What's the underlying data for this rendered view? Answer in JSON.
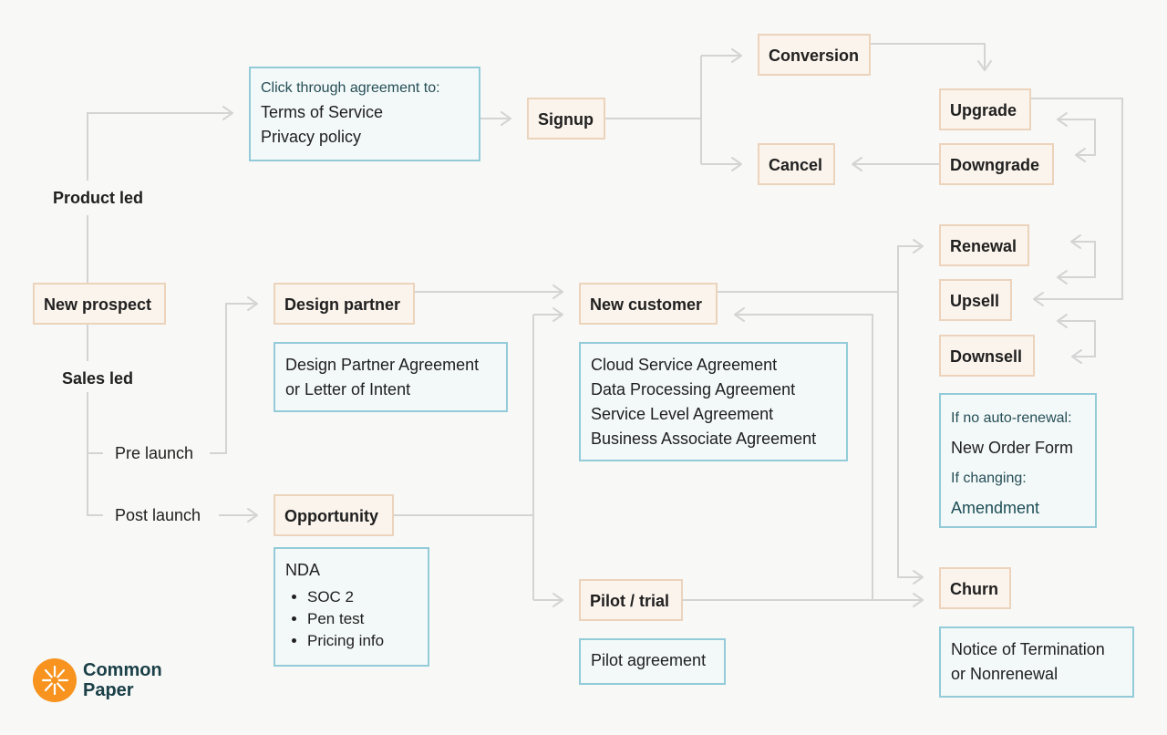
{
  "nodes": {
    "new_prospect": "New prospect",
    "design_partner": "Design partner",
    "opportunity": "Opportunity",
    "signup": "Signup",
    "conversion": "Conversion",
    "cancel": "Cancel",
    "upgrade": "Upgrade",
    "downgrade": "Downgrade",
    "new_customer": "New customer",
    "pilot_trial": "Pilot / trial",
    "renewal": "Renewal",
    "upsell": "Upsell",
    "downsell": "Downsell",
    "churn": "Churn"
  },
  "labels": {
    "product_led": "Product led",
    "sales_led": "Sales led",
    "pre_launch": "Pre launch",
    "post_launch": "Post launch"
  },
  "docs": {
    "clickthrough": {
      "intro": "Click through agreement to:",
      "line1": "Terms of Service",
      "line2": "Privacy policy"
    },
    "design_partner": {
      "line1": "Design Partner Agreement",
      "line2": "or Letter of Intent"
    },
    "opportunity": {
      "title": "NDA",
      "items": [
        "SOC 2",
        "Pen test",
        "Pricing info"
      ]
    },
    "new_customer": {
      "lines": [
        "Cloud Service Agreement",
        "Data Processing Agreement",
        "Service Level Agreement",
        "Business Associate Agreement"
      ]
    },
    "pilot": {
      "line1": "Pilot agreement"
    },
    "renewal": {
      "if_no_auto": "If no auto-renewal:",
      "order_form": "New Order Form",
      "if_changing": "If changing:",
      "amendment": "Amendment"
    },
    "churn": {
      "line1": "Notice of Termination",
      "line2": "or Nonrenewal"
    }
  },
  "logo": {
    "line1": "Common",
    "line2": "Paper"
  },
  "colors": {
    "node_fill": "#fbf4ec",
    "node_border": "#ecd3bc",
    "doc_fill": "#f3f9f8",
    "doc_border": "#93cbd9",
    "connector": "#d4d4d4",
    "logo_orange": "#f7931e",
    "logo_text": "#1b4048"
  }
}
